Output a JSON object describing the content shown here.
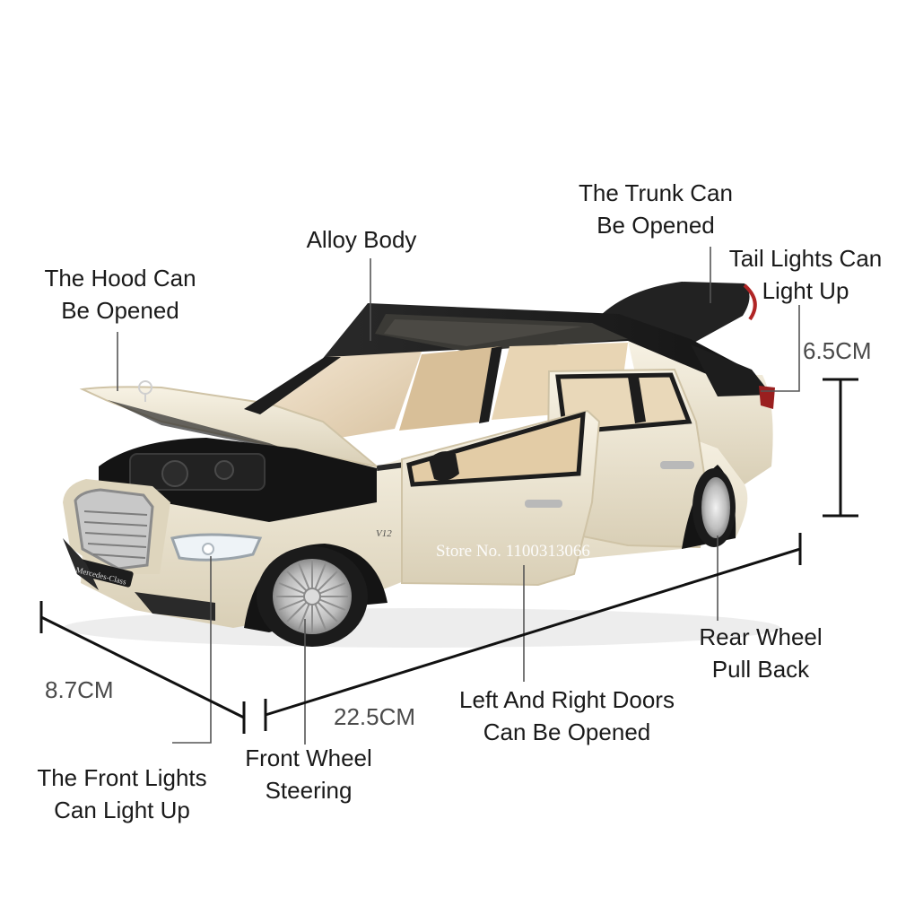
{
  "labels": {
    "hood": [
      "The Hood Can",
      "Be Opened"
    ],
    "alloy": "Alloy Body",
    "trunk": [
      "The Trunk Can",
      "Be Opened"
    ],
    "tail": [
      "Tail Lights Can",
      "Light Up"
    ],
    "rear_wheel": [
      "Rear Wheel",
      "Pull Back"
    ],
    "doors": [
      "Left And Right Doors",
      "Can Be Opened"
    ],
    "front_wheel": [
      "Front Wheel",
      "Steering"
    ],
    "front_lights": [
      "The Front Lights",
      "Can Light Up"
    ]
  },
  "dimensions": {
    "height": "6.5CM",
    "width": "8.7CM",
    "length": "22.5CM"
  },
  "watermark": "Store No. 1100313066",
  "car_text": {
    "plate": "Mercedes-Class",
    "badge": "V12"
  },
  "colors": {
    "body": "#ece4cf",
    "roof": "#1d1d1d",
    "interior": "#e6cfae",
    "chrome": "#c9c9c9"
  },
  "icons": [
    "car-photo"
  ]
}
